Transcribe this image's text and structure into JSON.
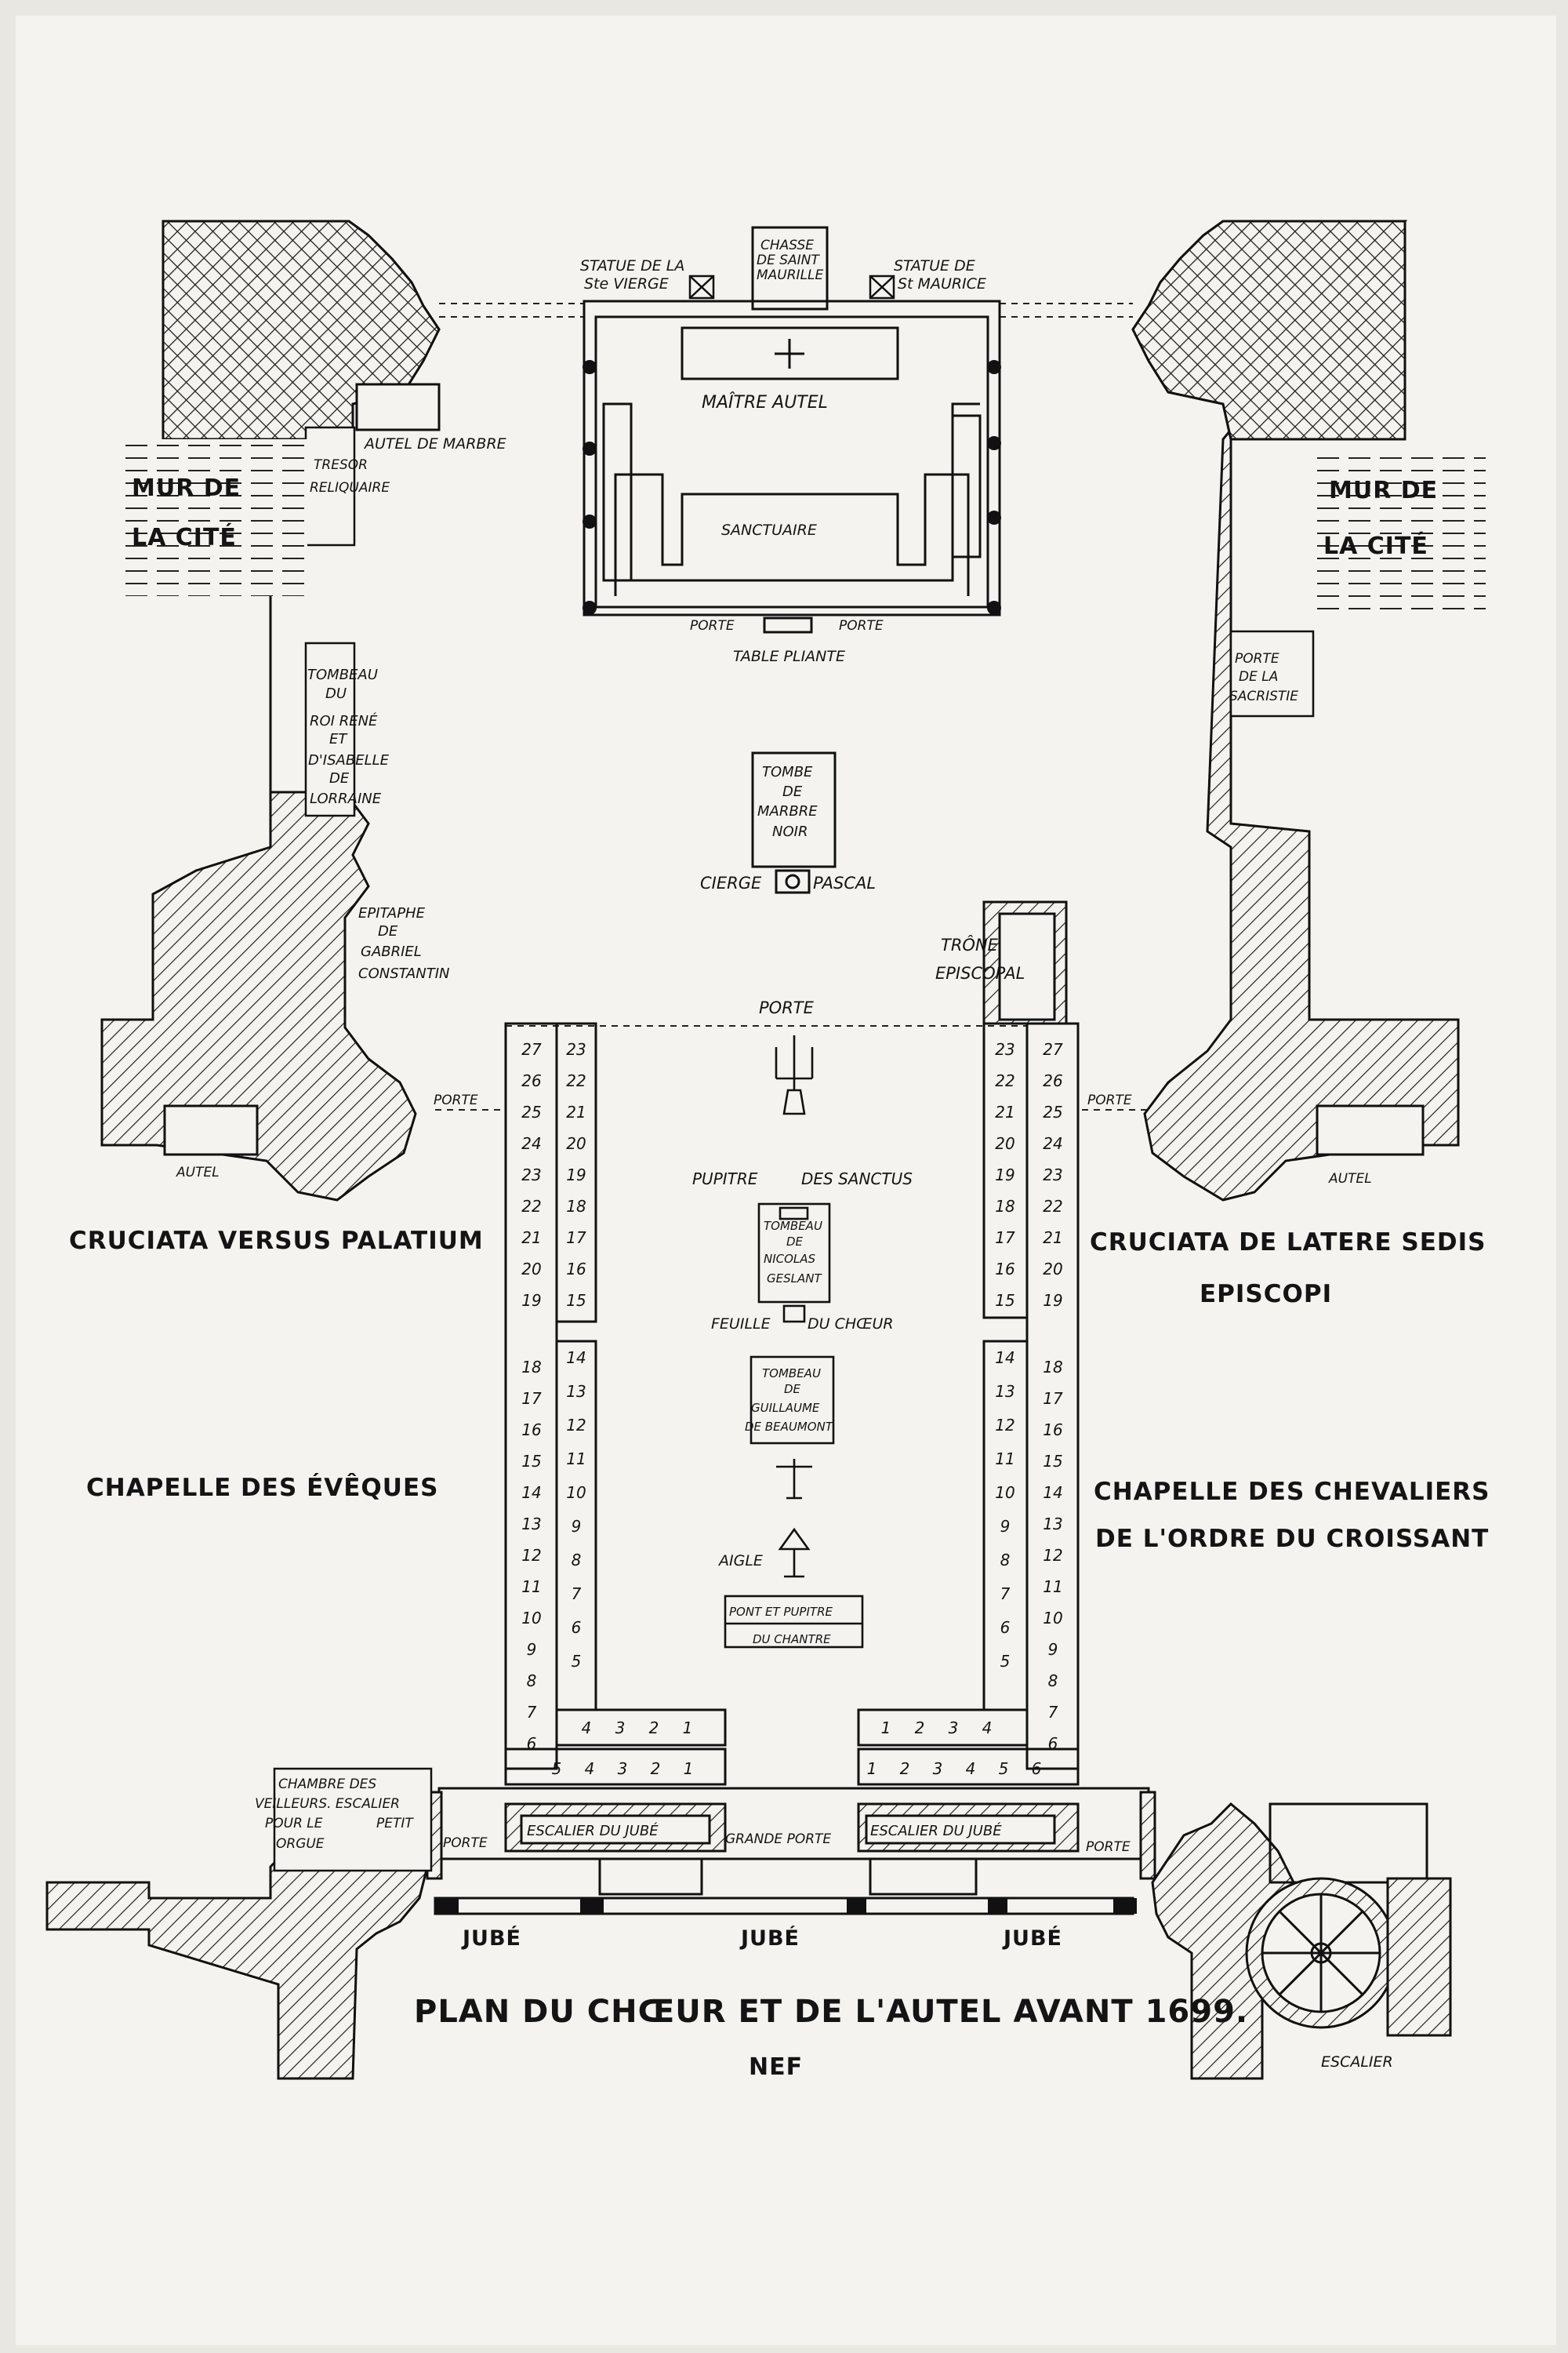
{
  "title": "PLAN DU CHŒUR ET DE L'AUTEL AVANT 1699.",
  "subtitle": "NEF",
  "labels": {
    "statue_vierge_1": "STATUE DE LA",
    "statue_vierge_2": "Ste VIERGE",
    "chasse_1": "CHASSE",
    "chasse_2": "DE SAINT",
    "chasse_3": "MAURILLE",
    "statue_maurice_1": "STATUE DE",
    "statue_maurice_2": "St MAURICE",
    "maitre_autel": "MAÎTRE AUTEL",
    "sanctuaire": "SANCTUAIRE",
    "porte_left": "PORTE",
    "porte_right": "PORTE",
    "table_pliante": "TABLE PLIANTE",
    "autel_marbre": "AUTEL DE MARBRE",
    "tresor_1": "TRESOR",
    "tresor_2": "RELIQUAIRE",
    "mur_left_1": "MUR DE",
    "mur_left_2": "LA CITÉ",
    "mur_right_1": "MUR DE",
    "mur_right_2": "LA CITÉ",
    "porte_sacristie_1": "PORTE",
    "porte_sacristie_2": "DE LA",
    "porte_sacristie_3": "SACRISTIE",
    "tombeau_rene_1": "TOMBEAU",
    "tombeau_rene_2": "DU",
    "tombeau_rene_3": "ROI RENÉ",
    "tombeau_rene_4": "ET",
    "tombeau_rene_5": "D'ISABELLE",
    "tombeau_rene_6": "DE",
    "tombeau_rene_7": "LORRAINE",
    "tombe_1": "TOMBE",
    "tombe_2": "DE",
    "tombe_3": "MARBRE",
    "tombe_4": "NOIR",
    "cierge_1": "CIERGE",
    "cierge_2": "PASCAL",
    "epitaphe_1": "EPITAPHE",
    "epitaphe_2": "DE",
    "epitaphe_3": "GABRIEL",
    "epitaphe_4": "CONSTANTIN",
    "trone_1": "TRÔNE",
    "trone_2": "EPISCOPAL",
    "porte_choir": "PORTE",
    "porte_west": "PORTE",
    "porte_east": "PORTE",
    "autel_left": "AUTEL",
    "autel_right": "AUTEL",
    "pupitre_1": "PUPITRE",
    "pupitre_2": "DES SANCTUS",
    "tombeau_nicolas_1": "TOMBEAU",
    "tombeau_nicolas_2": "DE",
    "tombeau_nicolas_3": "NICOLAS",
    "tombeau_nicolas_4": "GESLANT",
    "feuille_1": "FEUILLE",
    "feuille_2": "DU CHŒUR",
    "tombeau_guillaume_1": "TOMBEAU",
    "tombeau_guillaume_2": "DE",
    "tombeau_guillaume_3": "GUILLAUME",
    "tombeau_guillaume_4": "DE BEAUMONT",
    "aigle": "AIGLE",
    "pont_1": "PONT ET PUPITRE",
    "pont_2": "DU CHANTRE",
    "chambre_1": "CHAMBRE DES",
    "chambre_2": "VEILLEURS. ESCALIER",
    "chambre_3": "POUR LE",
    "chambre_4": "PETIT",
    "chambre_5": "ORGUE",
    "porte_bottom_left": "PORTE",
    "porte_bottom_right": "PORTE",
    "escalier_jube_left": "ESCALIER DU JUBÉ",
    "escalier_jube_right": "ESCALIER DU JUBÉ",
    "grande_porte": "GRANDE PORTE",
    "jube_1": "JUBÉ",
    "jube_2": "JUBÉ",
    "jube_3": "JUBÉ",
    "escalier": "ESCALIER",
    "cruciata_left": "CRUCIATA VERSUS PALATIUM",
    "cruciata_right_1": "CRUCIATA DE LATERE SEDIS",
    "cruciata_right_2": "EPISCOPI",
    "chapelle_left": "CHAPELLE DES ÉVÊQUES",
    "chapelle_right_1": "CHAPELLE DES CHEVALIERS",
    "chapelle_right_2": "DE L'ORDRE DU CROISSANT"
  },
  "stalls": {
    "outer_upper": [
      "27",
      "26",
      "25",
      "24",
      "23",
      "22",
      "21",
      "20",
      "19"
    ],
    "outer_lower": [
      "18",
      "17",
      "16",
      "15",
      "14",
      "13",
      "12",
      "11",
      "10",
      "9",
      "8",
      "7",
      "6"
    ],
    "inner_upper": [
      "23",
      "22",
      "21",
      "20",
      "19",
      "18",
      "17",
      "16",
      "15"
    ],
    "inner_lower": [
      "14",
      "13",
      "12",
      "11",
      "10",
      "9",
      "8",
      "7",
      "6",
      "5"
    ],
    "cross_upper": [
      "4",
      "3",
      "2",
      "1"
    ],
    "cross_lower": [
      "5",
      "4",
      "3",
      "2",
      "1"
    ],
    "cross_upper_right": [
      "1",
      "2",
      "3",
      "4"
    ],
    "cross_lower_right": [
      "1",
      "2",
      "3",
      "4",
      "5",
      "6"
    ]
  },
  "colors": {
    "ink": "#141414",
    "paper": "#f4f3ef",
    "hatch": "#222222"
  }
}
